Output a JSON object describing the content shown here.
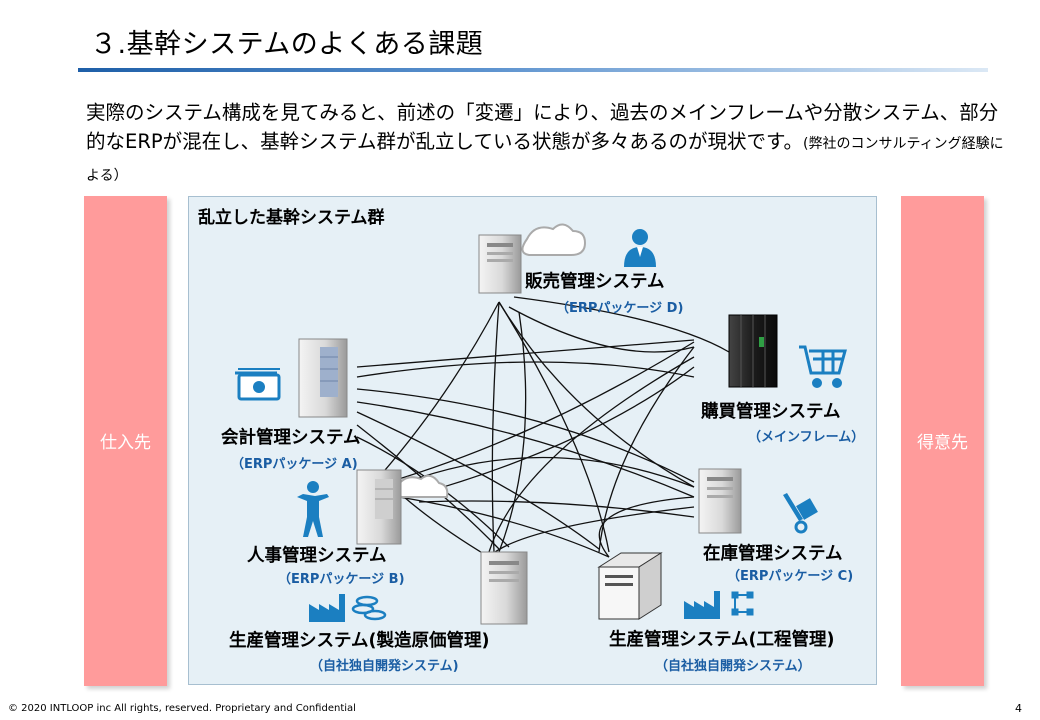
{
  "slide": {
    "title": "３.基幹システムのよくある課題",
    "body": "実際のシステム構成を見てみると、前述の「変遷」により、過去のメインフレームや分散システム、部分的なERPが混在し、基幹システム群が乱立している状態が多々あるのが現状です。",
    "body_note": "(弊社のコンサルティング経験による）",
    "left_label": "仕入先",
    "right_label": "得意先"
  },
  "diagram": {
    "title": "乱立した基幹システム群",
    "systems": [
      {
        "name": "販売管理システム",
        "sub": "（ERPパッケージ D)"
      },
      {
        "name": "購買管理システム",
        "sub": "（メインフレーム）"
      },
      {
        "name": "会計管理システム",
        "sub": "（ERPパッケージ A)"
      },
      {
        "name": "人事管理システム",
        "sub": "（ERPパッケージ B)"
      },
      {
        "name": "在庫管理システム",
        "sub": "（ERPパッケージ C)"
      },
      {
        "name": "生産管理システム(製造原価管理)",
        "sub": "（自社独自開発システム)"
      },
      {
        "name": "生産管理システム(工程管理)",
        "sub": "（自社独自開発システム）"
      }
    ]
  },
  "footer": {
    "copyright": "© 2020 INTLOOP inc All rights, reserved.   Proprietary and Confidential",
    "page_number": "4"
  },
  "colors": {
    "accent_blue": "#1e5fa8",
    "side_pink": "#ff9b9b",
    "panel_bg": "#e6f0f6",
    "icon_blue": "#1b7fc1",
    "sub_text_blue": "#1a5da3"
  }
}
